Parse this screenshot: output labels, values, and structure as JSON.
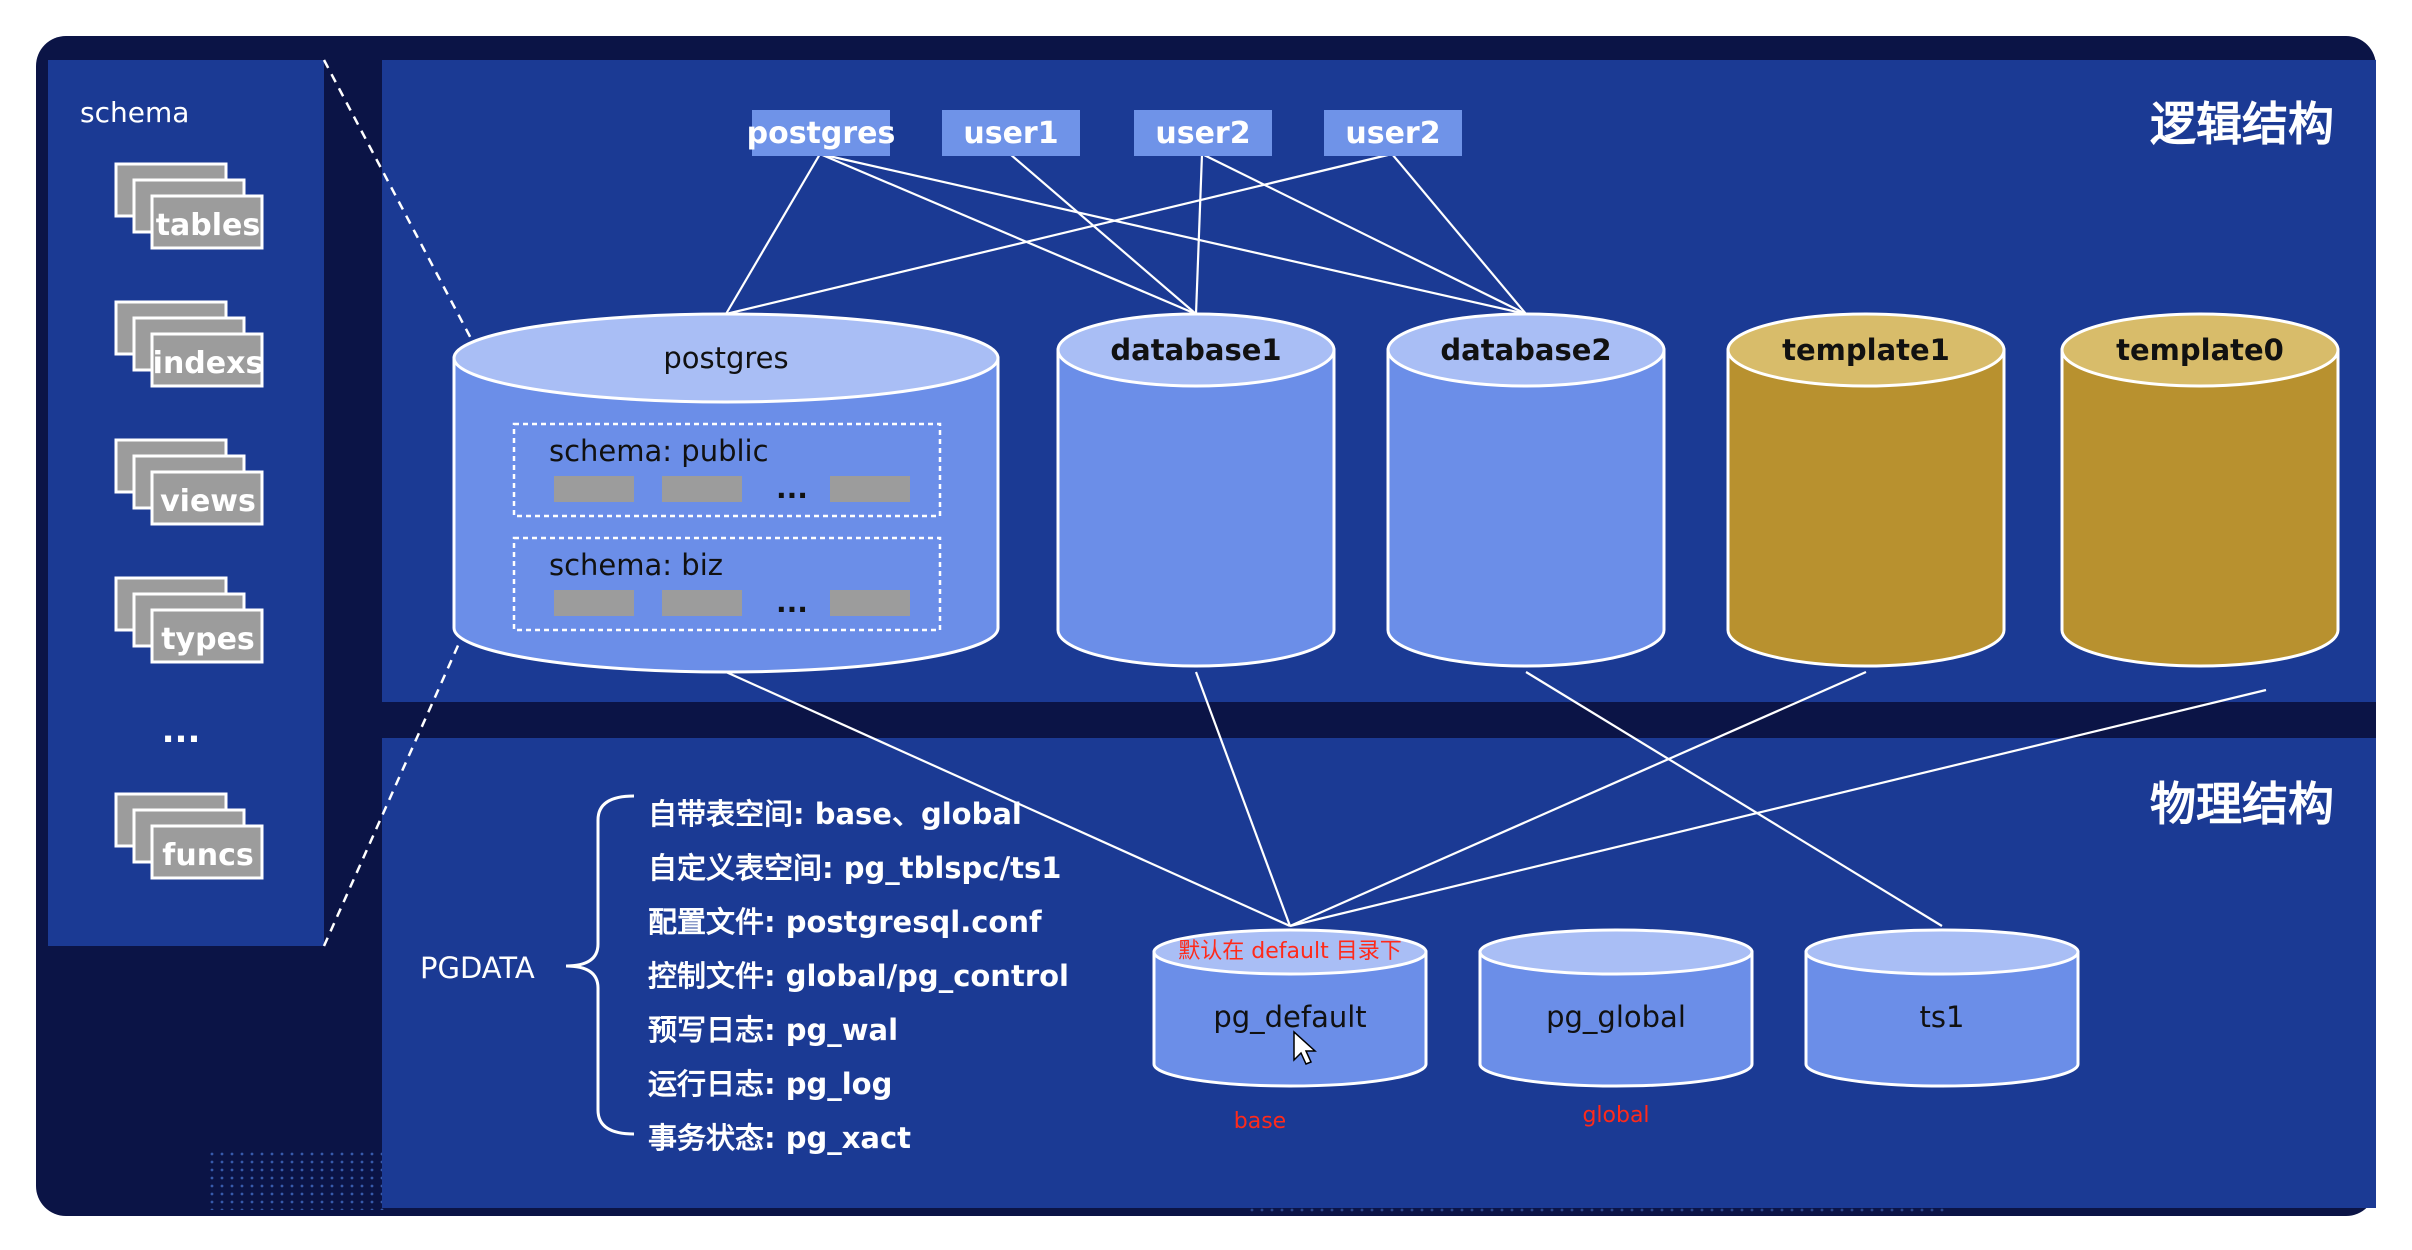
{
  "colors": {
    "outer_bg": "#0b1446",
    "panel_bg": "#1b3a94",
    "cyl_blue_body": "#6b8ee8",
    "cyl_blue_top": "#a9bef5",
    "cyl_gold_body": "#b8912f",
    "cyl_gold_top": "#d8bc6a",
    "user_box": "#6f93e8",
    "annotation_red": "#ff2a1a",
    "stack_gray": "#9c9c9c"
  },
  "titles": {
    "logical": "逻辑结构",
    "physical": "物理结构"
  },
  "schema_panel": {
    "title": "schema",
    "items": [
      "tables",
      "indexs",
      "views",
      "types",
      "funcs"
    ],
    "ellipsis": "..."
  },
  "users": [
    "postgres",
    "user1",
    "user2",
    "user2"
  ],
  "databases": [
    {
      "name": "postgres",
      "style": "blue"
    },
    {
      "name": "database1",
      "style": "blue"
    },
    {
      "name": "database2",
      "style": "blue"
    },
    {
      "name": "template1",
      "style": "gold"
    },
    {
      "name": "template0",
      "style": "gold"
    }
  ],
  "schemas_in_postgres": [
    {
      "label": "schema: public",
      "ellipsis": "..."
    },
    {
      "label": "schema: biz",
      "ellipsis": "..."
    }
  ],
  "pgdata": {
    "label": "PGDATA",
    "items": [
      "自带表空间: base、global",
      "自定义表空间: pg_tblspc/ts1",
      "配置文件: postgresql.conf",
      "控制文件: global/pg_control",
      "预写日志: pg_wal",
      "运行日志: pg_log",
      "事务状态: pg_xact"
    ]
  },
  "tablespaces": [
    {
      "name": "pg_default",
      "annotation": "默认在 default 目录下",
      "caption": "base"
    },
    {
      "name": "pg_global",
      "annotation": "",
      "caption": "global"
    },
    {
      "name": "ts1",
      "annotation": "",
      "caption": ""
    }
  ],
  "icons": {
    "cursor": "mouse-pointer-icon"
  }
}
